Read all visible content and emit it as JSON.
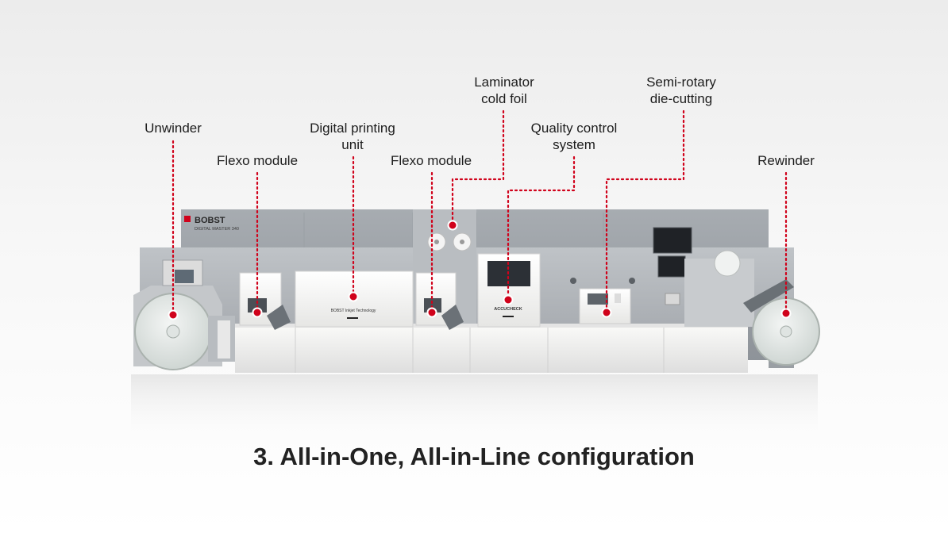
{
  "labels": {
    "unwinder": [
      "Unwinder"
    ],
    "flexo_module_1": [
      "Flexo module"
    ],
    "digital_printing_unit": [
      "Digital printing",
      "unit"
    ],
    "flexo_module_2": [
      "Flexo module"
    ],
    "laminator_cold_foil": [
      "Laminator",
      "cold foil"
    ],
    "quality_control_system": [
      "Quality control",
      "system"
    ],
    "semi_rotary_die_cutting": [
      "Semi-rotary",
      "die-cutting"
    ],
    "rewinder": [
      "Rewinder"
    ]
  },
  "machine_text": {
    "brand": "BOBST",
    "model": "DIGITAL MASTER 340",
    "printer_badge": "BOBST Inkjet Technology",
    "qc_badge": "ACCUCHECK"
  },
  "caption": "3. All-in-One, All-in-Line configuration",
  "colors": {
    "accent": "#d0021b",
    "frame": "#9aa0a6",
    "panel": "#b3b8bd",
    "housing": "#f1f1ef",
    "text": "#1d1d1d"
  }
}
